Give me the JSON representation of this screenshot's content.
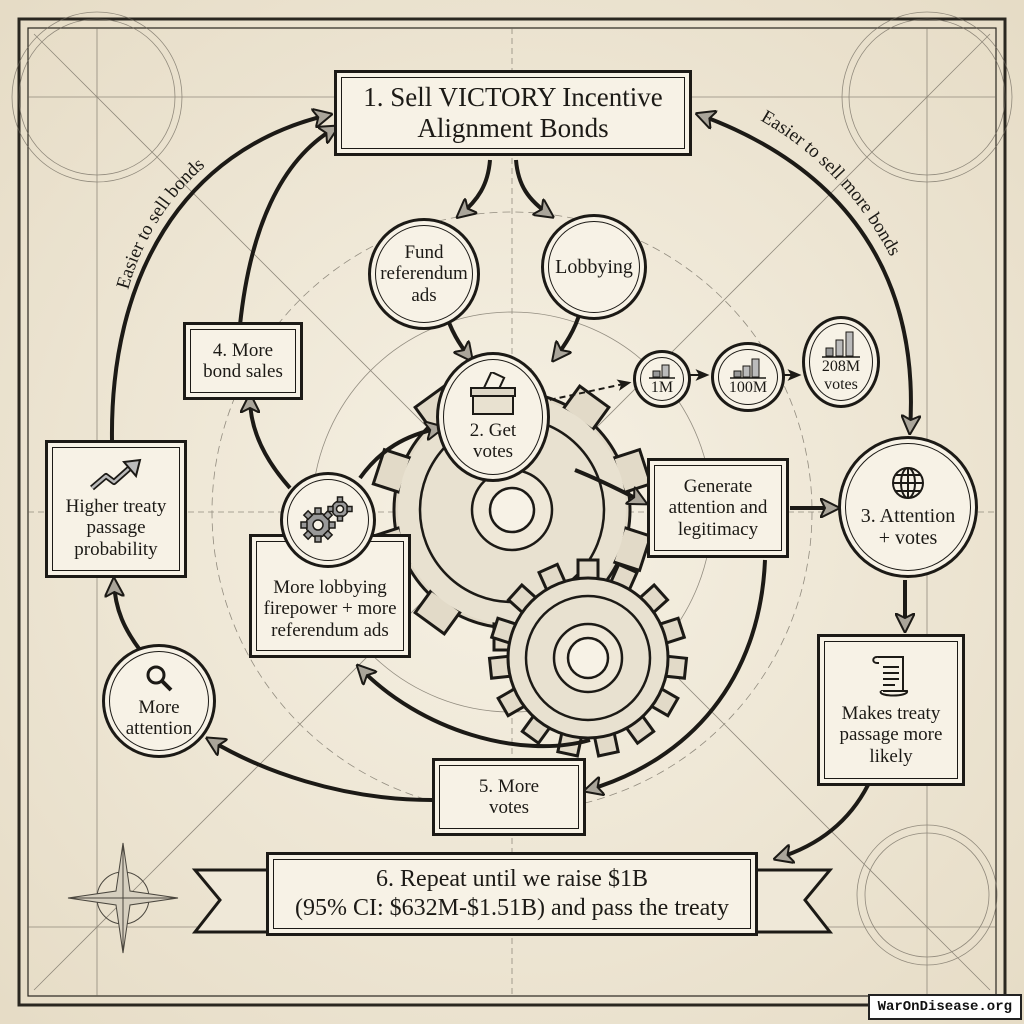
{
  "title": "1. Sell VICTORY Incentive Alignment Bonds",
  "title_lines": [
    "1. Sell VICTORY Incentive",
    "Alignment Bonds"
  ],
  "arc_labels": {
    "left": "Easier to sell bonds",
    "right": "Easier to sell more bonds"
  },
  "nodes": {
    "fund_ads": [
      "Fund",
      "referendum",
      "ads"
    ],
    "lobbying": [
      "Lobbying"
    ],
    "get_votes": [
      "2. Get",
      "votes"
    ],
    "vote_growth": [
      {
        "label": "1M",
        "extra": ""
      },
      {
        "label": "100M",
        "extra": ""
      },
      {
        "label": "208M",
        "extra": "votes"
      }
    ],
    "generate_attention": [
      "Generate",
      "attention and",
      "legitimacy"
    ],
    "attention_votes": [
      "3. Attention",
      "+ votes"
    ],
    "makes_treaty": [
      "Makes treaty",
      "passage more",
      "likely"
    ],
    "more_bond_sales": [
      "4. More",
      "bond sales"
    ],
    "higher_treaty": [
      "Higher treaty",
      "passage",
      "probability"
    ],
    "more_lobbying": [
      "More lobbying",
      "firepower + more",
      "referendum ads"
    ],
    "more_attention": [
      "More",
      "attention"
    ],
    "more_votes": [
      "5. More",
      "votes"
    ]
  },
  "banner": {
    "line1": "6. Repeat until we raise $1B",
    "line2": "(95% CI: $632M-$1.51B) and pass the treaty"
  },
  "icons": {
    "get_votes": "ballot-box-icon",
    "attention_votes": "globe-icon",
    "makes_treaty": "scroll-icon",
    "higher_treaty": "trend-up-arrow-icon",
    "more_lobbying": "gears-icon",
    "more_attention": "magnifying-glass-icon",
    "vote_growth": "bar-chart-icon"
  },
  "watermark": "WarOnDisease.org",
  "colors": {
    "paper": "#efe8d8",
    "ink": "#1c1a16",
    "box_fill": "#f7f2e6"
  }
}
